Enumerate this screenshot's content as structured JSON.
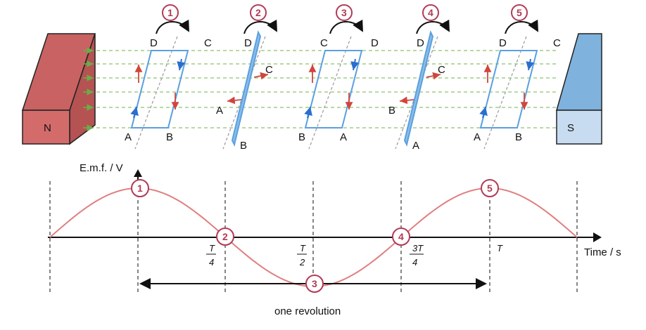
{
  "magnets": {
    "north_label": "N",
    "south_label": "S",
    "north_color": "#d46b6b",
    "south_color": "#7fb2dd"
  },
  "colors": {
    "field": "#6aad4b",
    "coil": "#5aa0e0",
    "force": "#d0463c",
    "current": "#2a6fcf",
    "curve": "#e07f7f",
    "badge": "#b23a55"
  },
  "coils": [
    {
      "step": "1",
      "labels": {
        "A": "A",
        "B": "B",
        "C": "C",
        "D": "D"
      }
    },
    {
      "step": "2",
      "labels": {
        "A": "A",
        "B": "B",
        "C": "C",
        "D": "D"
      }
    },
    {
      "step": "3",
      "labels": {
        "A": "B",
        "B": "A",
        "C": "C",
        "D": "D"
      }
    },
    {
      "step": "4",
      "labels": {
        "A": "B",
        "B": "A",
        "C": "C",
        "D": "D"
      }
    },
    {
      "step": "5",
      "labels": {
        "A": "A",
        "B": "B",
        "C": "C",
        "D": "D"
      }
    }
  ],
  "graph": {
    "ylabel": "E.m.f. / V",
    "xlabel": "Time / s",
    "ticks": [
      {
        "num": "T",
        "den": "4"
      },
      {
        "num": "T",
        "den": "2"
      },
      {
        "num": "3T",
        "den": "4"
      },
      {
        "num": "T",
        "den": ""
      }
    ],
    "span_label": "one revolution",
    "markers": [
      "1",
      "2",
      "3",
      "4",
      "5"
    ]
  }
}
